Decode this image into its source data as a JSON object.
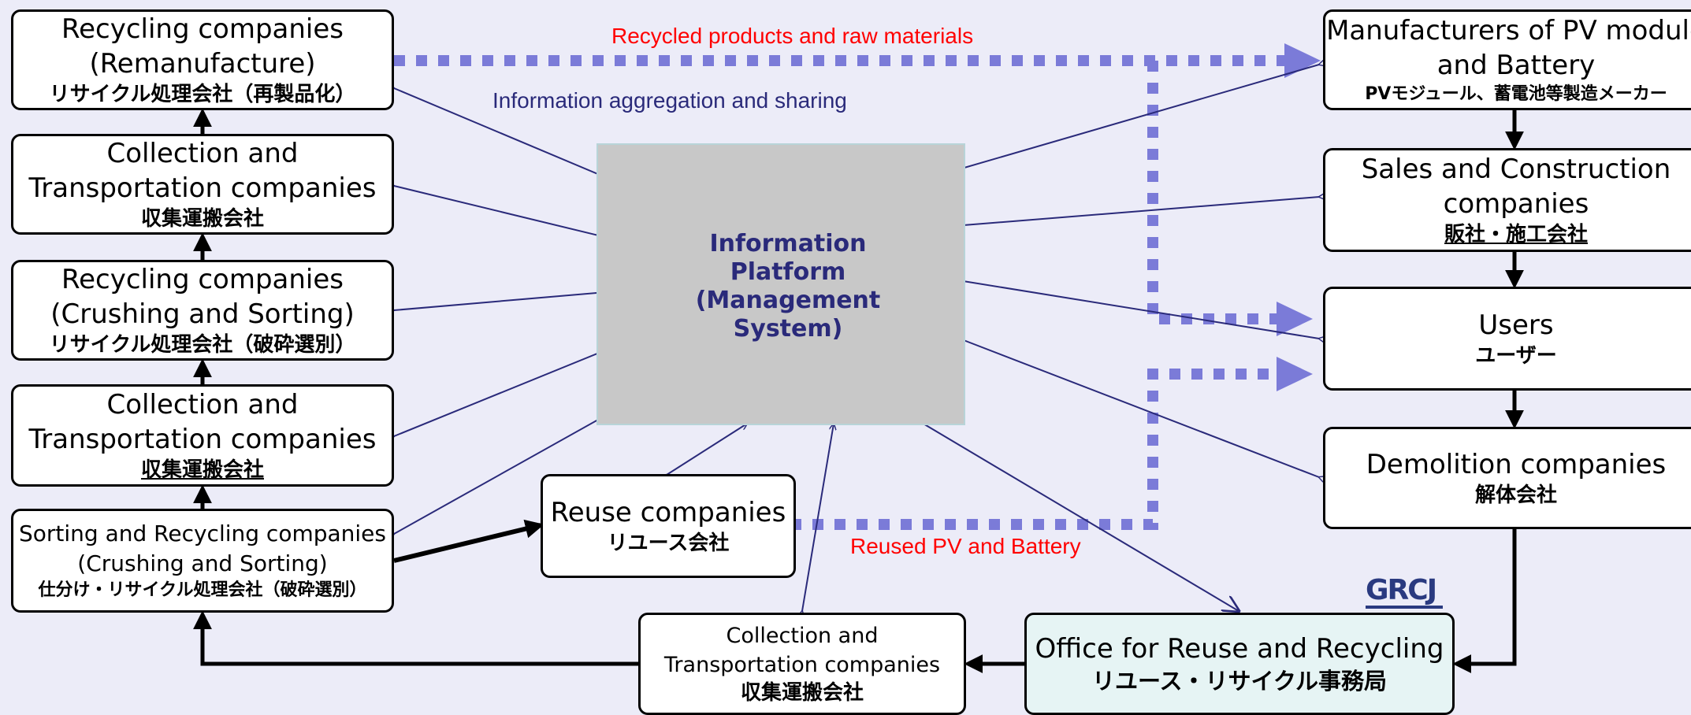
{
  "colors": {
    "background": "#ececf8",
    "platform": "#c8c8c8",
    "arrow": "#2a2a7a",
    "dotted_flow": "#7b7bd8",
    "red_label": "#ff0000",
    "office_fill": "#e6f4f4"
  },
  "boxes": {
    "recycling_reman": {
      "en": [
        "Recycling companies",
        "(Remanufacture)"
      ],
      "jp": "リサイクル処理会社（再製品化）"
    },
    "collection_1": {
      "en": [
        "Collection and",
        "Transportation companies"
      ],
      "jp": "収集運搬会社"
    },
    "recycling_crush": {
      "en": [
        "Recycling companies",
        "(Crushing and Sorting)"
      ],
      "jp": "リサイクル処理会社（破砕選別）"
    },
    "collection_2": {
      "en": [
        "Collection and",
        "Transportation companies"
      ],
      "jp": "収集運搬会社"
    },
    "sorting_recycling": {
      "en": [
        "Sorting and Recycling companies",
        "(Crushing and Sorting)"
      ],
      "jp": "仕分け・リサイクル処理会社（破砕選別）"
    },
    "reuse": {
      "en": [
        "Reuse companies"
      ],
      "jp": "リユース会社"
    },
    "collection_3": {
      "en": [
        "Collection and",
        "Transportation companies"
      ],
      "jp": "収集運搬会社"
    },
    "office": {
      "en": [
        "Office for Reuse and Recycling"
      ],
      "jp": "リユース・リサイクル事務局"
    },
    "manufacturers": {
      "en": [
        "Manufacturers of PV module",
        "and Battery"
      ],
      "jp": "PVモジュール、蓄電池等製造メーカー"
    },
    "sales": {
      "en": [
        "Sales and Construction",
        "companies"
      ],
      "jp": "販社・施工会社"
    },
    "users": {
      "en": [
        "Users"
      ],
      "jp": "ユーザー"
    },
    "demolition": {
      "en": [
        "Demolition companies"
      ],
      "jp": "解体会社"
    }
  },
  "platform": {
    "title": [
      "Information",
      "Platform",
      "(Management",
      "System)"
    ]
  },
  "labels": {
    "recycled_products": "Recycled products and raw materials",
    "info_sharing": "Information aggregation and sharing",
    "reused_pv": "Reused PV and Battery"
  },
  "logo": {
    "text": "GRCJ"
  },
  "icons": [
    "database-cube-icon",
    "arrowhead-icon"
  ]
}
